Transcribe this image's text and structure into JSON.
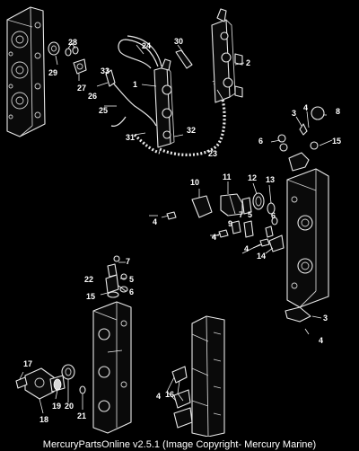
{
  "footer": {
    "caption": "MercuryPartsOnline v2.5.1 (Image Copyright- Mercury Marine)"
  },
  "callouts": {
    "c1": "1",
    "c2": "2",
    "c3a": "3",
    "c3b": "3",
    "c4a": "4",
    "c4b": "4",
    "c4c": "4",
    "c4d": "4",
    "c4e": "4",
    "c4f": "4",
    "c5a": "5",
    "c5b": "5",
    "c6a": "6",
    "c6b": "6",
    "c6c": "6",
    "c7a": "7",
    "c7b": "7",
    "c8": "8",
    "c9": "9",
    "c10": "10",
    "c11": "11",
    "c12": "12",
    "c13": "13",
    "c14": "14",
    "c15a": "15",
    "c15b": "15",
    "c16": "16",
    "c17": "17",
    "c18": "18",
    "c19": "19",
    "c20": "20",
    "c21": "21",
    "c22": "22",
    "c23": "23",
    "c24": "24",
    "c25": "25",
    "c26": "26",
    "c27": "27",
    "c28": "28",
    "c29": "29",
    "c30": "30",
    "c31": "31",
    "c32": "32",
    "c33": "33"
  }
}
